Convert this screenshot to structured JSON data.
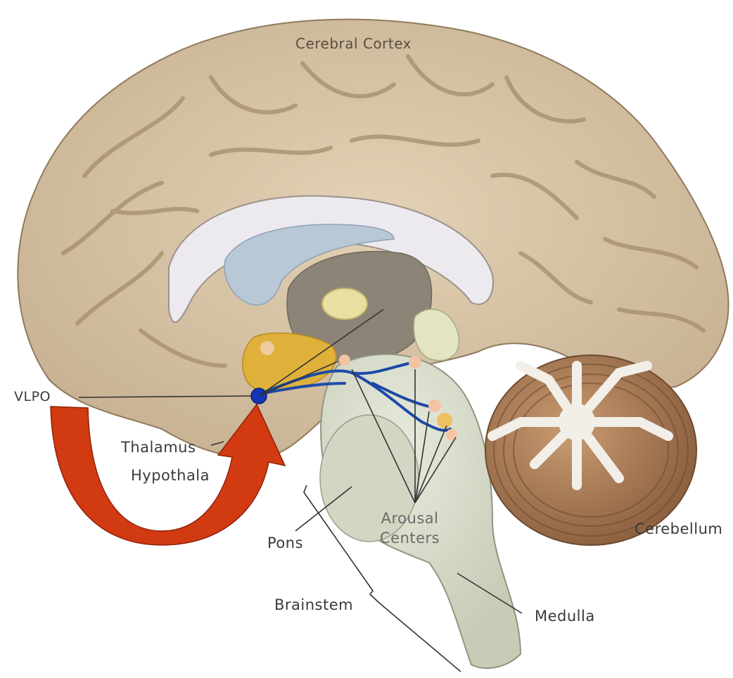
{
  "labels": {
    "cerebral_cortex": "Cerebral Cortex",
    "vlpo": "VLPO",
    "thalamus": "Thalamus",
    "hypothalamus": "Hypothala",
    "cerebellum": "Cerebellum",
    "arousal_line1": "Arousal",
    "arousal_line2": "Centers",
    "pons": "Pons",
    "brainstem": "Brainstem",
    "medulla": "Medulla"
  },
  "colors": {
    "cortex": "#d6c3a5",
    "cortex_shadow": "#b59f80",
    "corpus_callosum": "#e9e6ec",
    "ventricle": "#b9c9d6",
    "thalamus": "#8a8275",
    "hypothalamus": "#e3b33a",
    "brainstem": "#d8ddcc",
    "cerebellum": "#b98a63",
    "arrow": "#d23a12",
    "pathway": "#1d4aa8",
    "vlpo_dot": "#1535b8"
  }
}
